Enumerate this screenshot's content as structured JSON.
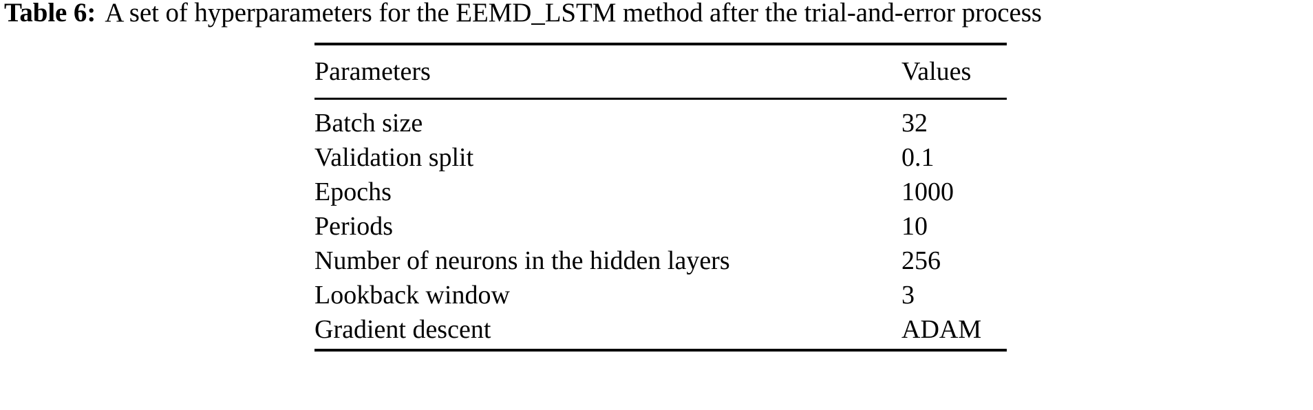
{
  "caption": {
    "label": "Table 6:",
    "text": "A set of hyperparameters for the EEMD_LSTM method after the trial-and-error process"
  },
  "table": {
    "columns": [
      "Parameters",
      "Values"
    ],
    "rows": [
      {
        "parameter": "Batch size",
        "value": "32"
      },
      {
        "parameter": "Validation split",
        "value": "0.1"
      },
      {
        "parameter": "Epochs",
        "value": "1000"
      },
      {
        "parameter": "Periods",
        "value": "10"
      },
      {
        "parameter": "Number of neurons in the hidden layers",
        "value": "256"
      },
      {
        "parameter": "Lookback window",
        "value": "3"
      },
      {
        "parameter": "Gradient descent",
        "value": "ADAM"
      }
    ]
  },
  "style": {
    "text_color": "#000000",
    "background_color": "#ffffff",
    "rule_color": "#000000"
  }
}
